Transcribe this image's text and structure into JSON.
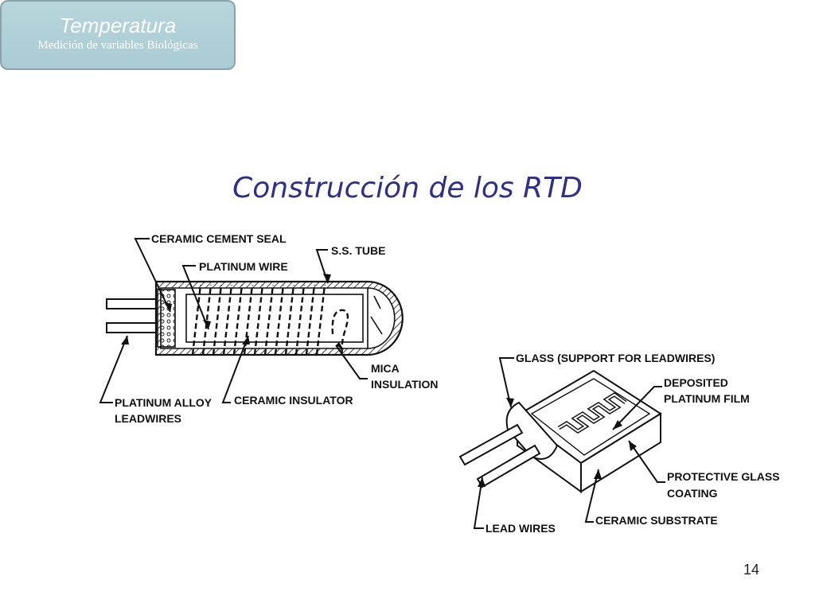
{
  "header": {
    "title": "Temperatura",
    "subtitle": "Medición de variables Biológicas"
  },
  "slide": {
    "title": "Construcción de los RTD",
    "page_number": "14"
  },
  "wire_wound_rtd": {
    "labels": {
      "ceramic_cement_seal": "CERAMIC CEMENT SEAL",
      "platinum_wire": "PLATINUM WIRE",
      "ss_tube": "S.S. TUBE",
      "mica_line1": "MICA",
      "mica_line2": "INSULATION",
      "leadwires_line1": "PLATINUM ALLOY",
      "leadwires_line2": "LEADWIRES",
      "ceramic_insulator": "CERAMIC INSULATOR"
    }
  },
  "thin_film_rtd": {
    "labels": {
      "glass_support": "GLASS (SUPPORT FOR LEADWIRES)",
      "deposited_line1": "DEPOSITED",
      "deposited_line2": "PLATINUM FILM",
      "protective_line1": "PROTECTIVE GLASS",
      "protective_line2": "COATING",
      "ceramic_substrate": "CERAMIC SUBSTRATE",
      "lead_wires": "LEAD WIRES"
    }
  }
}
